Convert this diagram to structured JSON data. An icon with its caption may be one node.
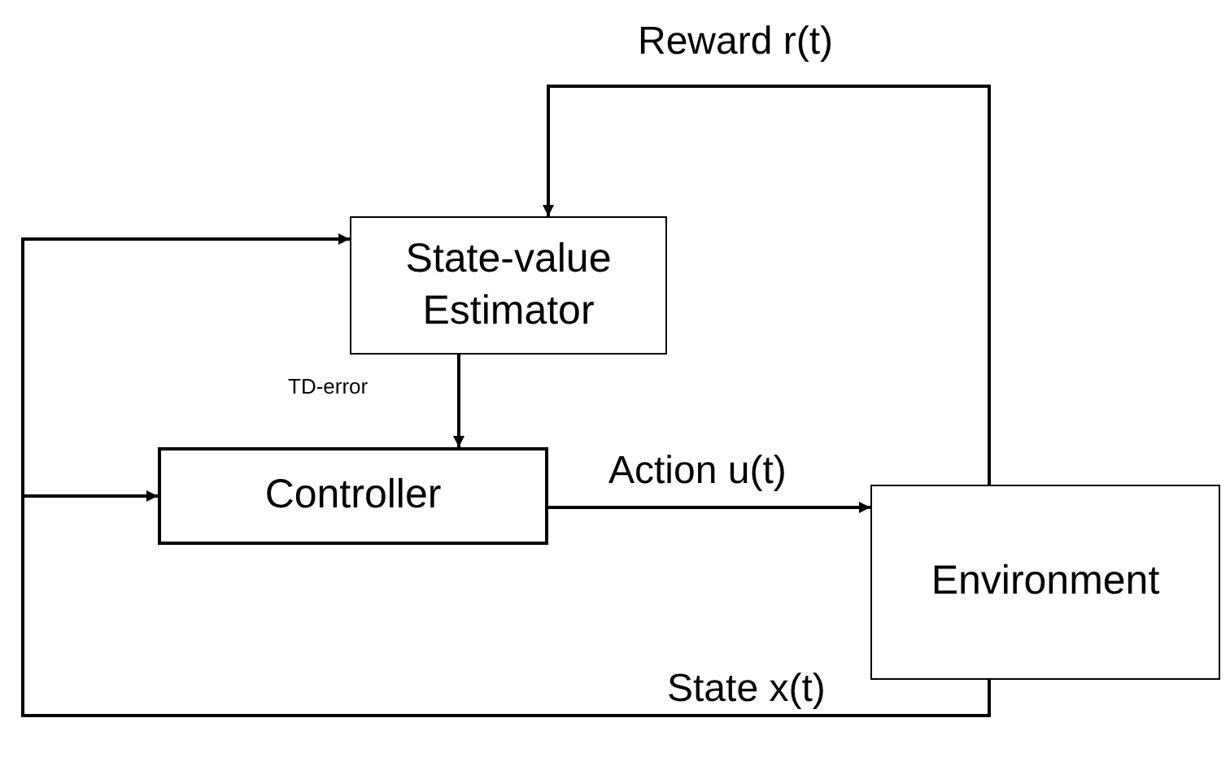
{
  "diagram": {
    "nodes": [
      {
        "text": [
          "State-value Estimator"
        ]
      },
      {
        "text": [
          "Controller"
        ]
      },
      {
        "text": [
          "Environment"
        ]
      }
    ],
    "edges": [
      {
        "from": 2,
        "to": 0,
        "arrow": "to",
        "label": "Reward r(t)"
      },
      {
        "from": 0,
        "to": 1,
        "arrow": "to",
        "label": "TD-error"
      },
      {
        "from": 1,
        "to": 2,
        "arrow": "to",
        "label": "Action u(t)"
      },
      {
        "from": 2,
        "to": 0,
        "arrow": "to",
        "label": "State x(t)"
      },
      {
        "from": 2,
        "to": 1,
        "arrow": "to"
      }
    ]
  }
}
